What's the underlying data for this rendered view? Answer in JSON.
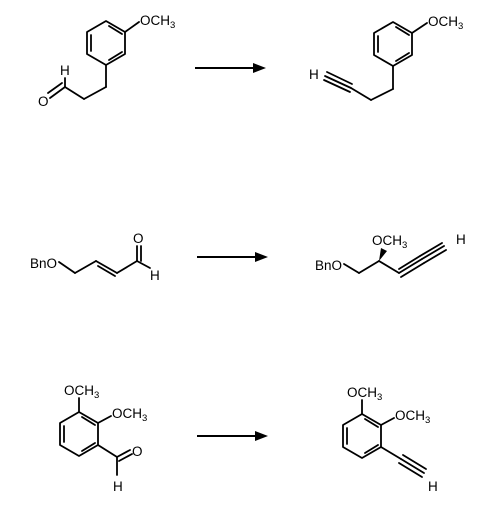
{
  "reactions": [
    {
      "reactant": {
        "labels": {
          "ome": "OCH",
          "ome_sub": "3",
          "h": "H",
          "o": "O"
        }
      },
      "product": {
        "labels": {
          "ome": "OCH",
          "ome_sub": "3",
          "h": "H"
        }
      }
    },
    {
      "reactant": {
        "labels": {
          "bno": "BnO",
          "o": "O",
          "h": "H"
        }
      },
      "product": {
        "labels": {
          "bno": "BnO",
          "ome": "OCH",
          "ome_sub": "3",
          "h": "H"
        }
      }
    },
    {
      "reactant": {
        "labels": {
          "ome1": "OCH",
          "ome1_sub": "3",
          "ome2": "OCH",
          "ome2_sub": "3",
          "o": "O",
          "h": "H"
        }
      },
      "product": {
        "labels": {
          "ome1": "OCH",
          "ome1_sub": "3",
          "ome2": "OCH",
          "ome2_sub": "3",
          "h": "H"
        }
      }
    }
  ],
  "arrow_style": "solid-single-head"
}
